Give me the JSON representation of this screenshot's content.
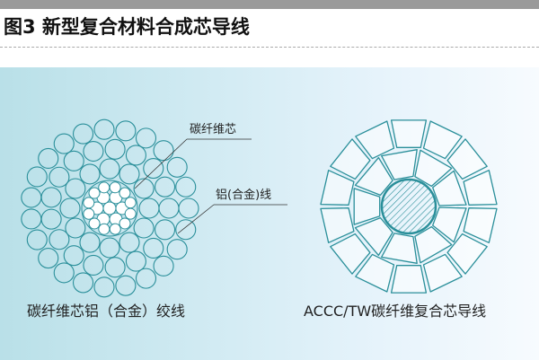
{
  "title": "图3  新型复合材料合成芯导线",
  "left_diagram": {
    "callout_core": "碳纤维芯",
    "callout_strand": "铝(合金)线",
    "caption": "碳纤维芯铝（合金）绞线"
  },
  "right_diagram": {
    "caption": "ACCC/TW碳纤维复合芯导线"
  },
  "colors": {
    "stroke": "#2a8f9a",
    "panel": "#cfeaf2"
  }
}
